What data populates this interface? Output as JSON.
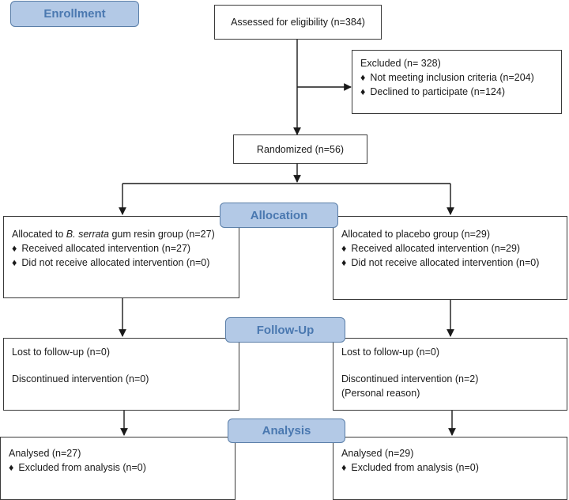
{
  "stages": {
    "enrollment": "Enrollment",
    "allocation": "Allocation",
    "followup": "Follow-Up",
    "analysis": "Analysis"
  },
  "assessed": "Assessed for eligibility (n=384)",
  "excluded": {
    "title": "Excluded (n= 328)",
    "items": [
      "Not meeting inclusion criteria (n=204)",
      "Declined to participate (n=124)"
    ]
  },
  "randomized": "Randomized (n=56)",
  "bullet_glyph": "♦",
  "allocation_left": {
    "title_prefix": "Allocated to ",
    "title_italic": "B. serrata",
    "title_suffix": " gum resin group (n=27)",
    "items": [
      "Received allocated intervention (n=27)",
      "Did not receive allocated intervention (n=0)"
    ]
  },
  "allocation_right": {
    "title": "Allocated to placebo group (n=29)",
    "items": [
      "Received allocated intervention (n=29)",
      "Did not receive allocated intervention (n=0)"
    ]
  },
  "followup_left": {
    "lost": "Lost to follow-up (n=0)",
    "discontinued": "Discontinued intervention (n=0)"
  },
  "followup_right": {
    "lost": "Lost to follow-up (n=0)",
    "discontinued": "Discontinued intervention (n=2)",
    "reason": "(Personal reason)"
  },
  "analysis_left": {
    "title": "Analysed (n=27)",
    "items": [
      "Excluded from analysis (n=0)"
    ]
  },
  "analysis_right": {
    "title": "Analysed (n=29)",
    "items": [
      "Excluded from analysis (n=0)"
    ]
  },
  "colors": {
    "stage_fill": "#b3c9e6",
    "stage_text": "#4a78b0",
    "line": "#1a1a1a"
  }
}
